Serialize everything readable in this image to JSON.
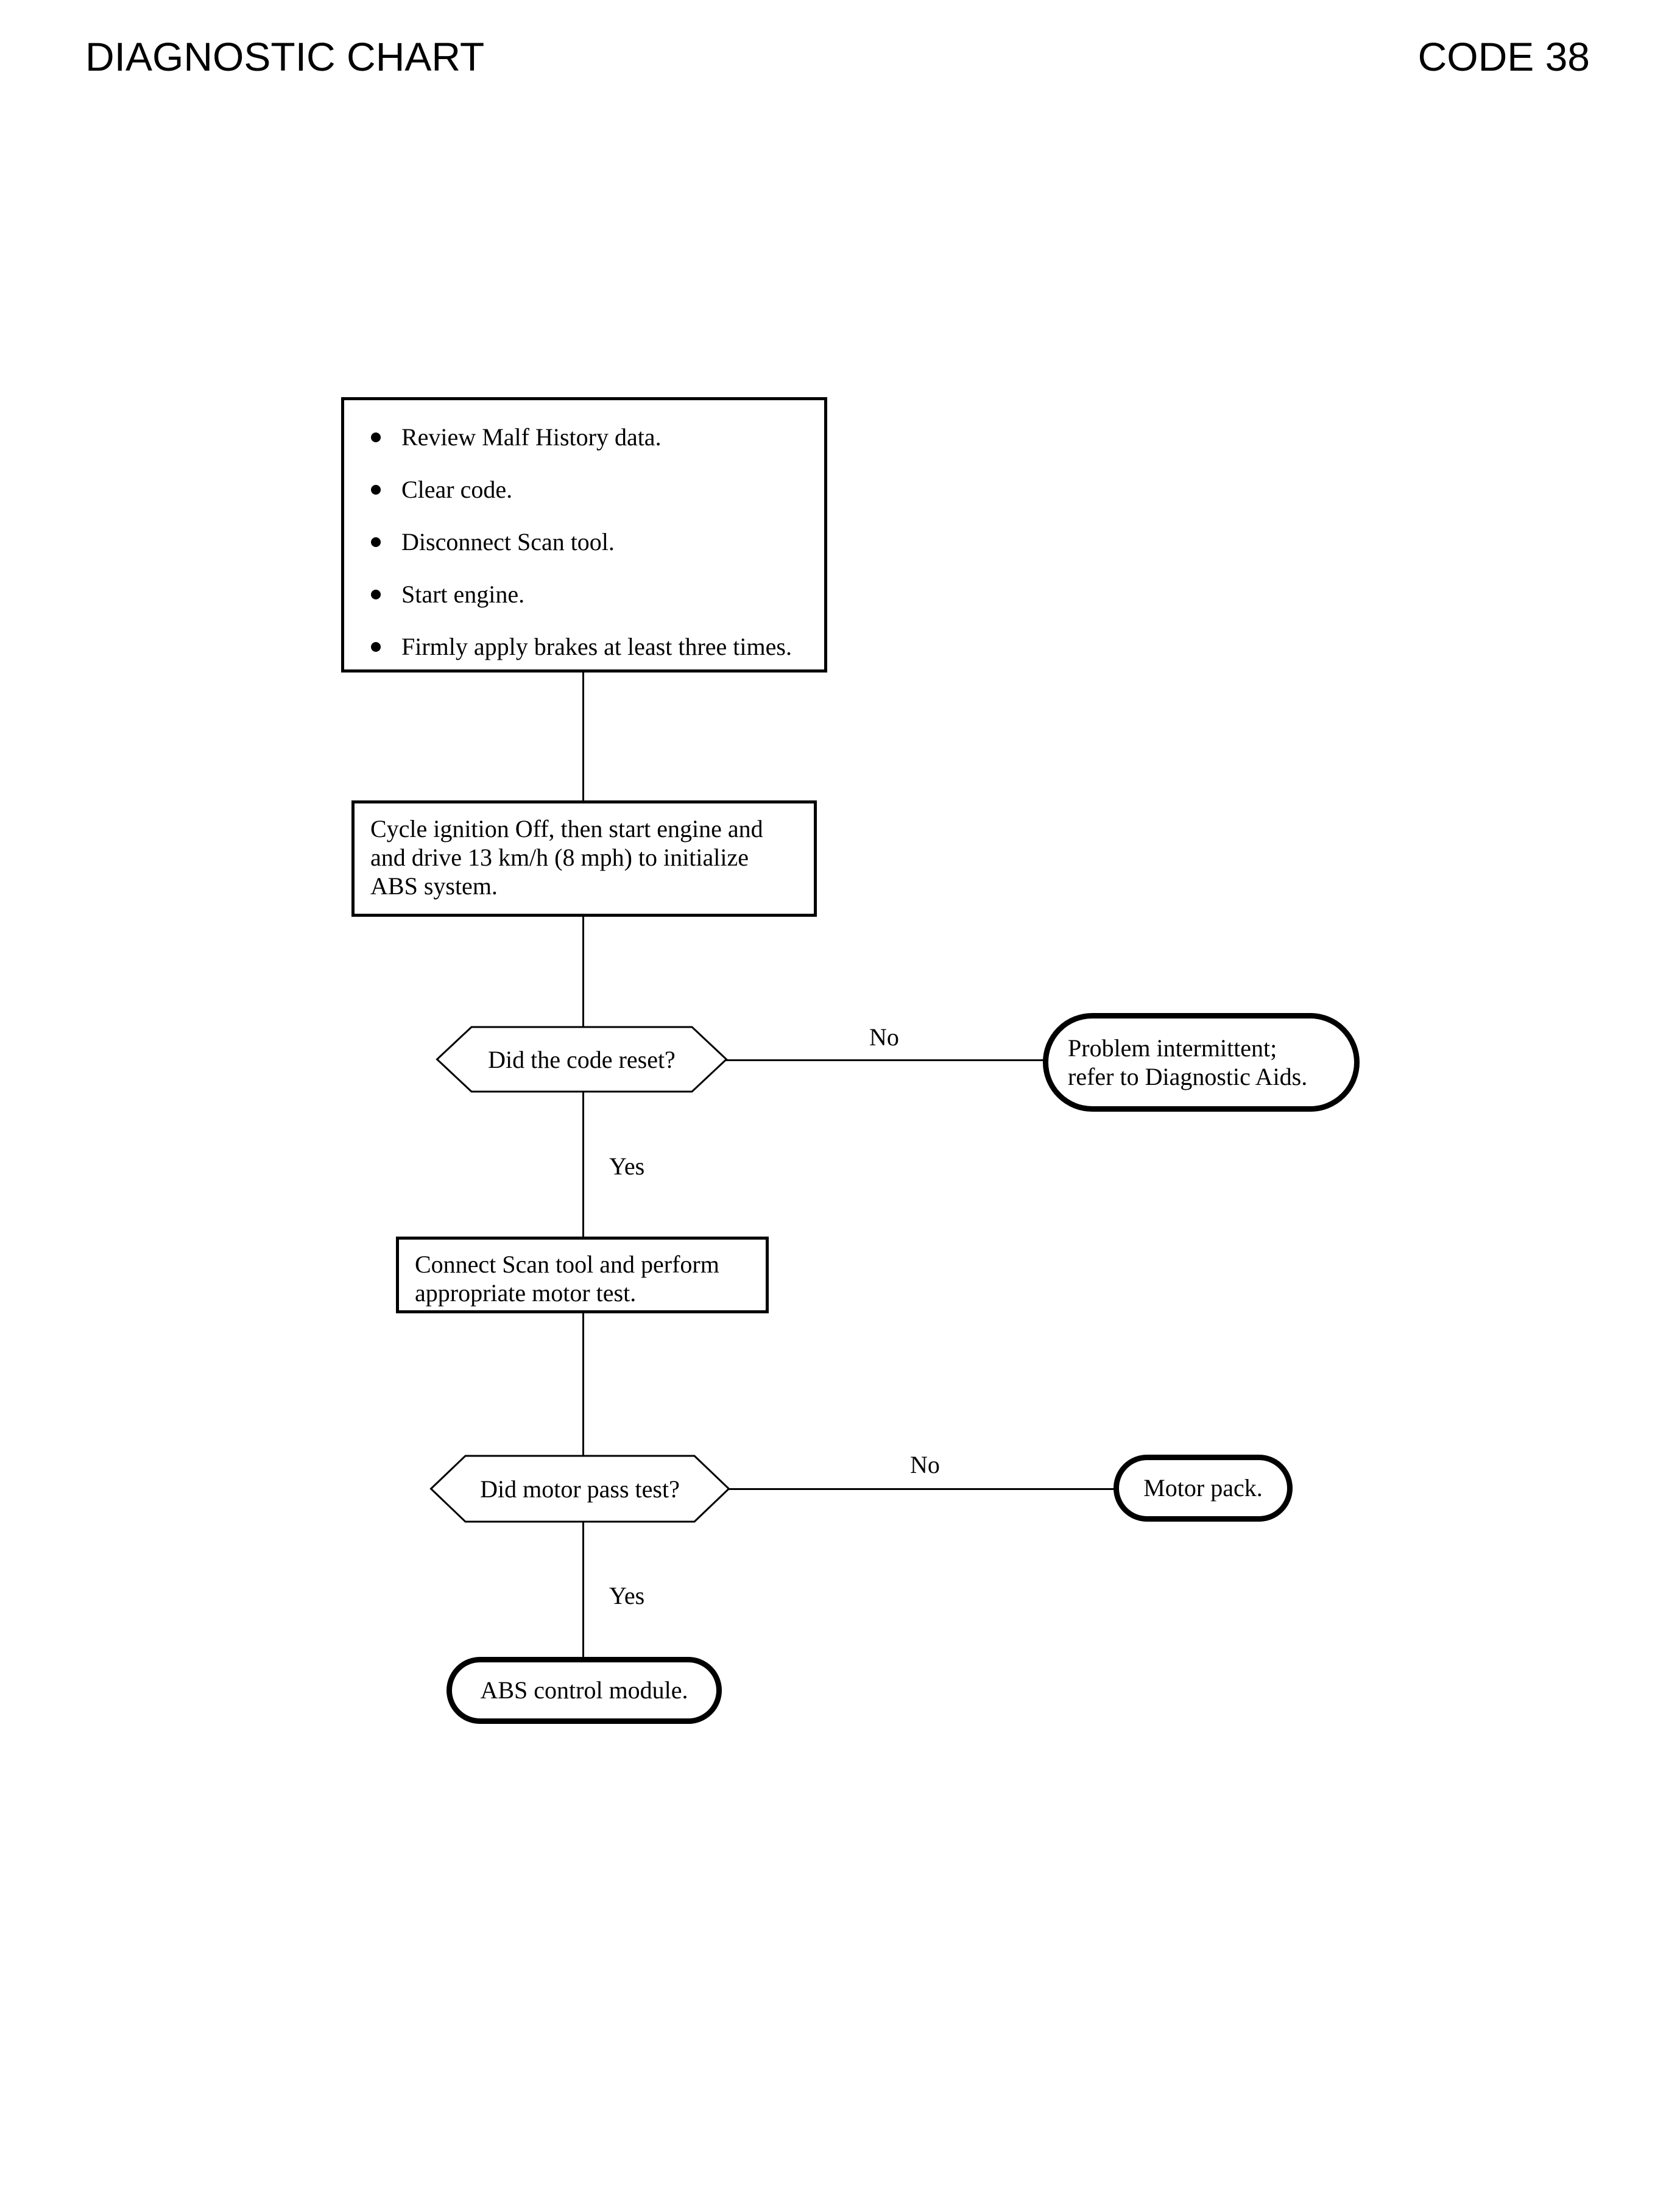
{
  "header": {
    "title": "DIAGNOSTIC CHART",
    "code": "CODE 38"
  },
  "nodes": {
    "review_steps": {
      "type": "process",
      "items": [
        "Review Malf History data.",
        "Clear code.",
        "Disconnect Scan tool.",
        "Start engine.",
        "Firmly apply brakes at least three times."
      ]
    },
    "ignition_cycle": {
      "type": "process",
      "text": "Cycle ignition Off, then start engine and\nand drive 13 km/h (8 mph) to initialize\nABS system."
    },
    "code_reset_decision": {
      "type": "decision",
      "text": "Did the code reset?"
    },
    "problem_intermittent": {
      "type": "terminal",
      "text": "Problem intermittent;\nrefer to Diagnostic Aids."
    },
    "scan_tool_test": {
      "type": "process",
      "text": "Connect Scan tool and perform\nappropriate motor test."
    },
    "motor_test_decision": {
      "type": "decision",
      "text": "Did motor pass test?"
    },
    "motor_pack": {
      "type": "terminal",
      "text": "Motor pack."
    },
    "abs_control_module": {
      "type": "terminal",
      "text": "ABS control module."
    }
  },
  "branch_labels": {
    "code_reset_no": "No",
    "code_reset_yes": "Yes",
    "motor_test_no": "No",
    "motor_test_yes": "Yes"
  },
  "colors": {
    "ink": "#000000",
    "paper": "#ffffff"
  },
  "chart_data": {
    "type": "diagram",
    "title": "DIAGNOSTIC CHART",
    "subtitle": "CODE 38",
    "flow": [
      {
        "id": "review_steps",
        "shape": "rectangle",
        "text": "Review Malf History data. / Clear code. / Disconnect Scan tool. / Start engine. / Firmly apply brakes at least three times.",
        "next": "ignition_cycle"
      },
      {
        "id": "ignition_cycle",
        "shape": "rectangle",
        "text": "Cycle ignition Off, then start engine and and drive 13 km/h (8 mph) to initialize ABS system.",
        "next": "code_reset_decision"
      },
      {
        "id": "code_reset_decision",
        "shape": "hexagon",
        "text": "Did the code reset?",
        "branches": [
          {
            "label": "No",
            "target": "problem_intermittent"
          },
          {
            "label": "Yes",
            "target": "scan_tool_test"
          }
        ]
      },
      {
        "id": "problem_intermittent",
        "shape": "stadium",
        "text": "Problem intermittent; refer to Diagnostic Aids.",
        "terminal": true
      },
      {
        "id": "scan_tool_test",
        "shape": "rectangle",
        "text": "Connect Scan tool and perform appropriate motor test.",
        "next": "motor_test_decision"
      },
      {
        "id": "motor_test_decision",
        "shape": "hexagon",
        "text": "Did motor pass test?",
        "branches": [
          {
            "label": "No",
            "target": "motor_pack"
          },
          {
            "label": "Yes",
            "target": "abs_control_module"
          }
        ]
      },
      {
        "id": "motor_pack",
        "shape": "stadium",
        "text": "Motor pack.",
        "terminal": true
      },
      {
        "id": "abs_control_module",
        "shape": "stadium",
        "text": "ABS control module.",
        "terminal": true
      }
    ]
  }
}
